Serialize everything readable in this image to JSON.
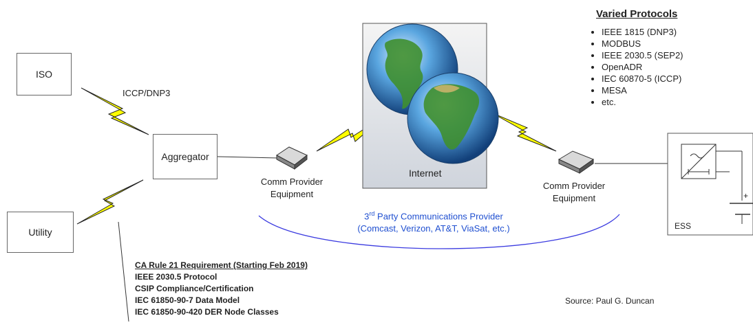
{
  "nodes": {
    "iso": "ISO",
    "utility": "Utility",
    "aggregator": "Aggregator",
    "internet": "Internet",
    "ess": "ESS"
  },
  "links": {
    "iso_link": "ICCP/DNP3"
  },
  "comm_left": [
    "Comm Provider",
    "Equipment"
  ],
  "comm_right": [
    "Comm Provider",
    "Equipment"
  ],
  "provider": {
    "line1_pre": "3",
    "line1_sup": "rd",
    "line1_post": " Party Communications Provider",
    "line2": "(Comcast, Verizon, AT&T, ViaSat, etc.)"
  },
  "protocols": {
    "title": "Varied Protocols",
    "items": [
      "IEEE 1815 (DNP3)",
      "MODBUS",
      "IEEE 2030.5 (SEP2)",
      "OpenADR",
      "IEC 60870-5 (ICCP)",
      "MESA",
      "etc."
    ]
  },
  "requirements": [
    "CA Rule 21 Requirement (Starting Feb 2019)",
    "IEEE 2030.5 Protocol",
    "CSIP Compliance/Certification",
    "IEC 61850-90-7 Data Model",
    "IEC 61850-90-420 DER Node Classes"
  ],
  "ess_symbols": {
    "plus": "+"
  },
  "source": "Source: Paul G. Duncan",
  "colors": {
    "bolt": "#ffff00",
    "arc": "#3b3be0",
    "provider_text": "#1f4fd0"
  }
}
